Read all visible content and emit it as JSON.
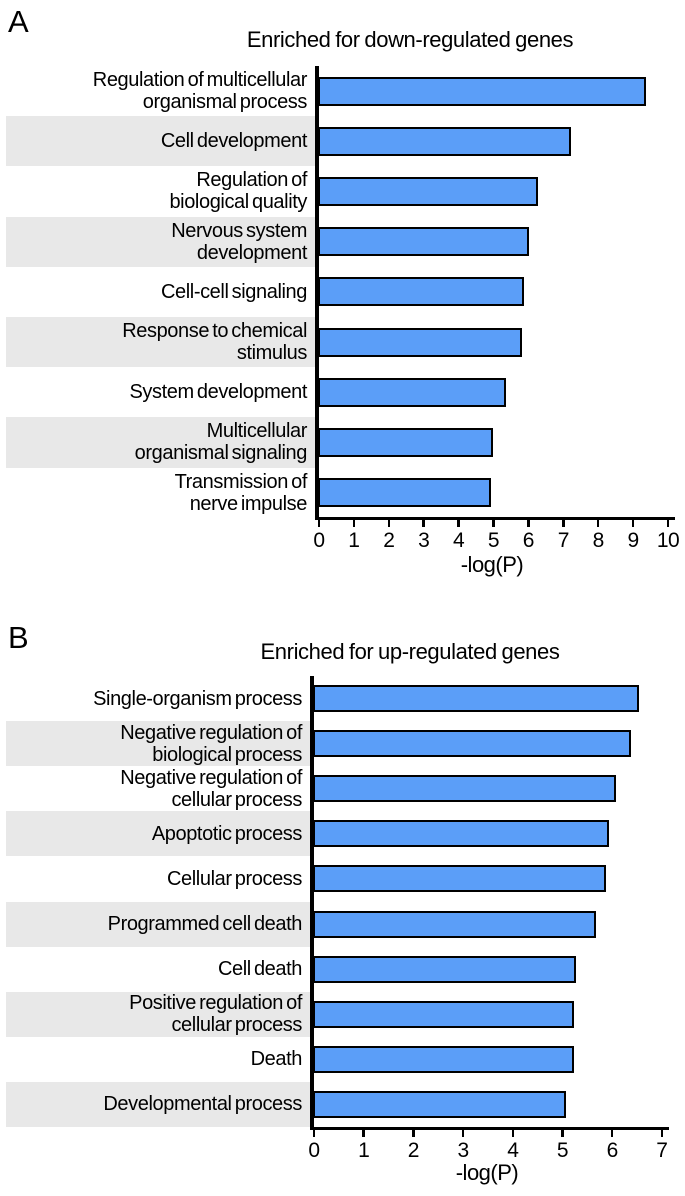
{
  "figure": {
    "background": "#ffffff",
    "panels": [
      {
        "letter": "A",
        "title": "Enriched for down-regulated genes",
        "xlabel": "-log(P)"
      },
      {
        "letter": "B",
        "title": "Enriched for up-regulated genes",
        "xlabel": "-log(P)"
      }
    ]
  },
  "chart_data": [
    {
      "type": "bar",
      "orientation": "horizontal",
      "title": "Enriched for down-regulated genes",
      "xlabel": "-log(P)",
      "xlim": [
        0,
        10
      ],
      "xticks": [
        0,
        1,
        2,
        3,
        4,
        5,
        6,
        7,
        8,
        9,
        10
      ],
      "categories": [
        "Regulation of multicellular organismal process",
        "Cell development",
        "Regulation of biological quality",
        "Nervous system development",
        "Cell-cell signaling",
        "Response to chemical stimulus",
        "System development",
        "Multicellular organismal signaling",
        "Transmission of nerve impulse"
      ],
      "category_lines": [
        [
          "Regulation of multicellular",
          "organismal process"
        ],
        [
          "Cell development"
        ],
        [
          "Regulation of",
          "biological quality"
        ],
        [
          "Nervous system",
          "development"
        ],
        [
          "Cell-cell signaling"
        ],
        [
          "Response to chemical",
          "stimulus"
        ],
        [
          "System development"
        ],
        [
          "Multicellular",
          "organismal signaling"
        ],
        [
          "Transmission of",
          "nerve impulse"
        ]
      ],
      "values": [
        9.4,
        7.25,
        6.3,
        6.05,
        5.9,
        5.85,
        5.4,
        5.0,
        4.95
      ],
      "striped_rows": [
        1,
        3,
        5,
        7
      ],
      "bar_color": "#5b9ef8",
      "bar_border_color": "#000000",
      "stripe_color": "#e8e8e8",
      "axis_color": "#000000",
      "grid": false,
      "legend": false
    },
    {
      "type": "bar",
      "orientation": "horizontal",
      "title": "Enriched for up-regulated genes",
      "xlabel": "-log(P)",
      "xlim": [
        0,
        7
      ],
      "xticks": [
        0,
        1,
        2,
        3,
        4,
        5,
        6,
        7
      ],
      "categories": [
        "Single-organism process",
        "Negative regulation of biological process",
        "Negative regulation of cellular process",
        "Apoptotic process",
        "Cellular process",
        "Programmed cell death",
        "Cell death",
        "Positive regulation of cellular process",
        "Death",
        "Developmental process"
      ],
      "category_lines": [
        [
          "Single-organism process"
        ],
        [
          "Negative regulation of",
          "biological process"
        ],
        [
          "Negative regulation of",
          "cellular process"
        ],
        [
          "Apoptotic process"
        ],
        [
          "Cellular process"
        ],
        [
          "Programmed cell death"
        ],
        [
          "Cell death"
        ],
        [
          "Positive regulation of",
          "cellular process"
        ],
        [
          "Death"
        ],
        [
          "Developmental process"
        ]
      ],
      "values": [
        6.55,
        6.4,
        6.1,
        5.95,
        5.9,
        5.7,
        5.3,
        5.25,
        5.25,
        5.1
      ],
      "striped_rows": [
        1,
        3,
        5,
        7,
        9
      ],
      "bar_color": "#5b9ef8",
      "bar_border_color": "#000000",
      "stripe_color": "#e8e8e8",
      "axis_color": "#000000",
      "grid": false,
      "legend": false
    }
  ]
}
